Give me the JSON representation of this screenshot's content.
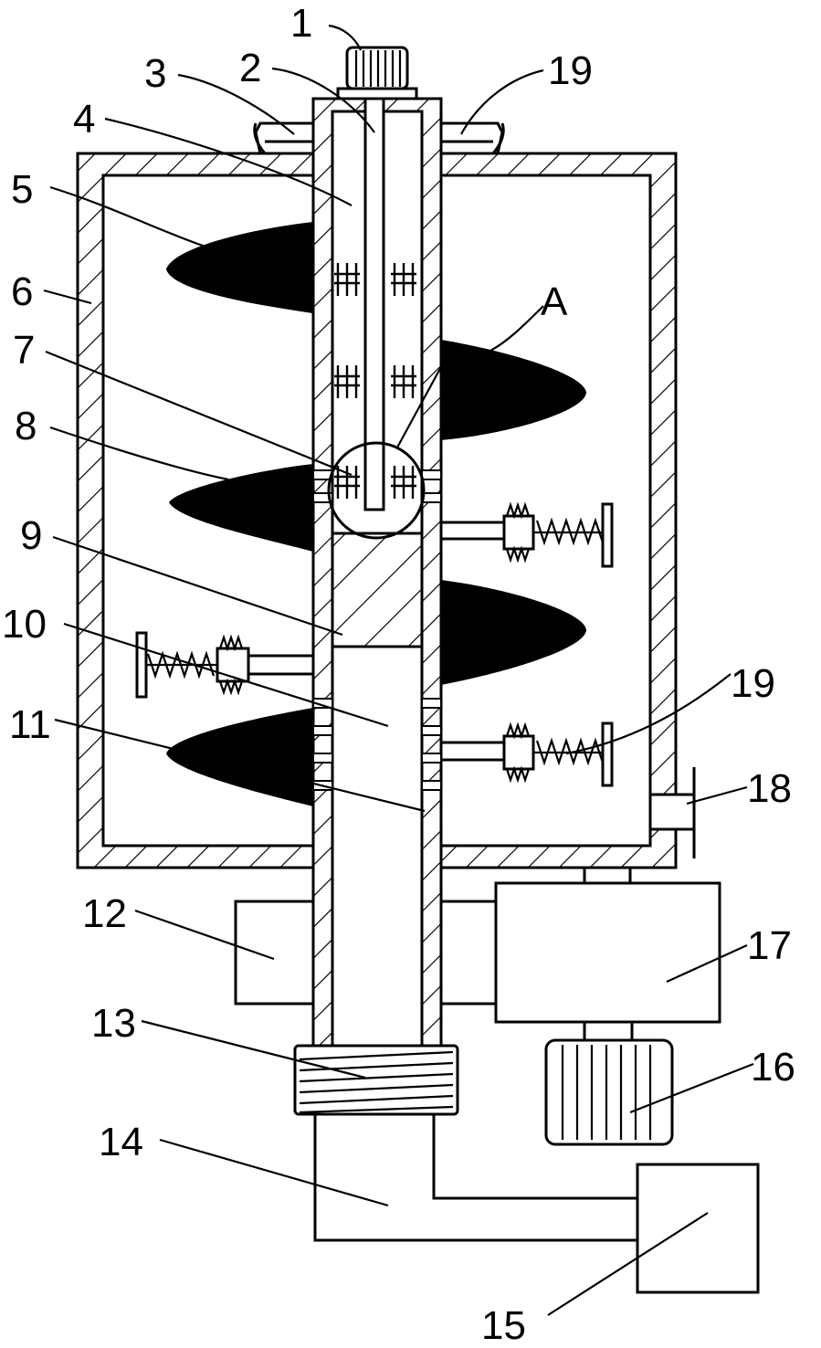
{
  "callouts": [
    {
      "id": "1",
      "text": "1"
    },
    {
      "id": "2",
      "text": "2"
    },
    {
      "id": "3",
      "text": "3"
    },
    {
      "id": "4",
      "text": "4"
    },
    {
      "id": "5",
      "text": "5"
    },
    {
      "id": "6",
      "text": "6"
    },
    {
      "id": "7",
      "text": "7"
    },
    {
      "id": "8",
      "text": "8"
    },
    {
      "id": "9",
      "text": "9"
    },
    {
      "id": "10",
      "text": "10"
    },
    {
      "id": "11",
      "text": "11"
    },
    {
      "id": "12",
      "text": "12"
    },
    {
      "id": "13",
      "text": "13"
    },
    {
      "id": "14",
      "text": "14"
    },
    {
      "id": "15",
      "text": "15"
    },
    {
      "id": "16",
      "text": "16"
    },
    {
      "id": "17",
      "text": "17"
    },
    {
      "id": "18",
      "text": "18"
    },
    {
      "id": "19a",
      "text": "19"
    },
    {
      "id": "19b",
      "text": "19"
    },
    {
      "id": "A",
      "text": "A"
    }
  ]
}
